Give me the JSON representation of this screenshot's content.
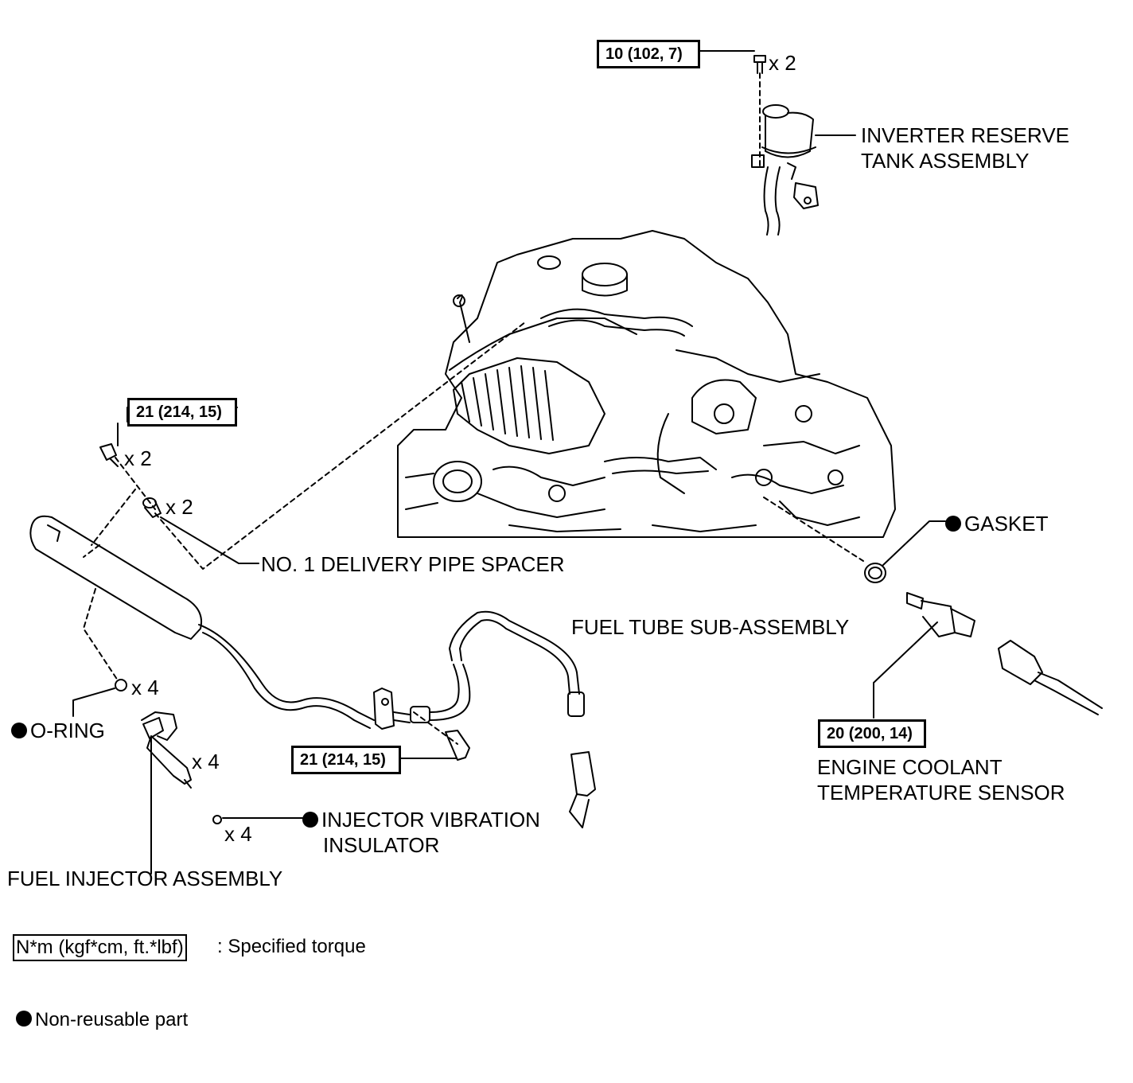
{
  "torque_specs": {
    "reserve_tank_bolt": "10 (102, 7)",
    "delivery_pipe_bolt": "21 (214, 15)",
    "fuel_tube_bolt": "21 (214, 15)",
    "coolant_sensor": "20 (200, 14)"
  },
  "quantities": {
    "reserve_tank_bolt": "x 2",
    "delivery_pipe_bolt": "x 2",
    "delivery_pipe_spacer": "x 2",
    "o_ring": "x 4",
    "fuel_injector": "x 4",
    "injector_insulator": "x 4"
  },
  "parts": {
    "inverter_reserve_tank_line1": "INVERTER RESERVE",
    "inverter_reserve_tank_line2": "TANK ASSEMBLY",
    "delivery_pipe_spacer": "NO. 1 DELIVERY PIPE SPACER",
    "fuel_tube": "FUEL TUBE SUB-ASSEMBLY",
    "gasket": "GASKET",
    "o_ring": "O-RING",
    "injector_insulator_line1": "INJECTOR VIBRATION",
    "injector_insulator_line2": "INSULATOR",
    "fuel_injector": "FUEL INJECTOR ASSEMBLY",
    "coolant_sensor_line1": "ENGINE COOLANT",
    "coolant_sensor_line2": "TEMPERATURE SENSOR"
  },
  "legend": {
    "torque_unit": "N*m (kgf*cm, ft.*lbf)",
    "torque_desc": ": Specified torque",
    "non_reusable": "Non-reusable part"
  }
}
